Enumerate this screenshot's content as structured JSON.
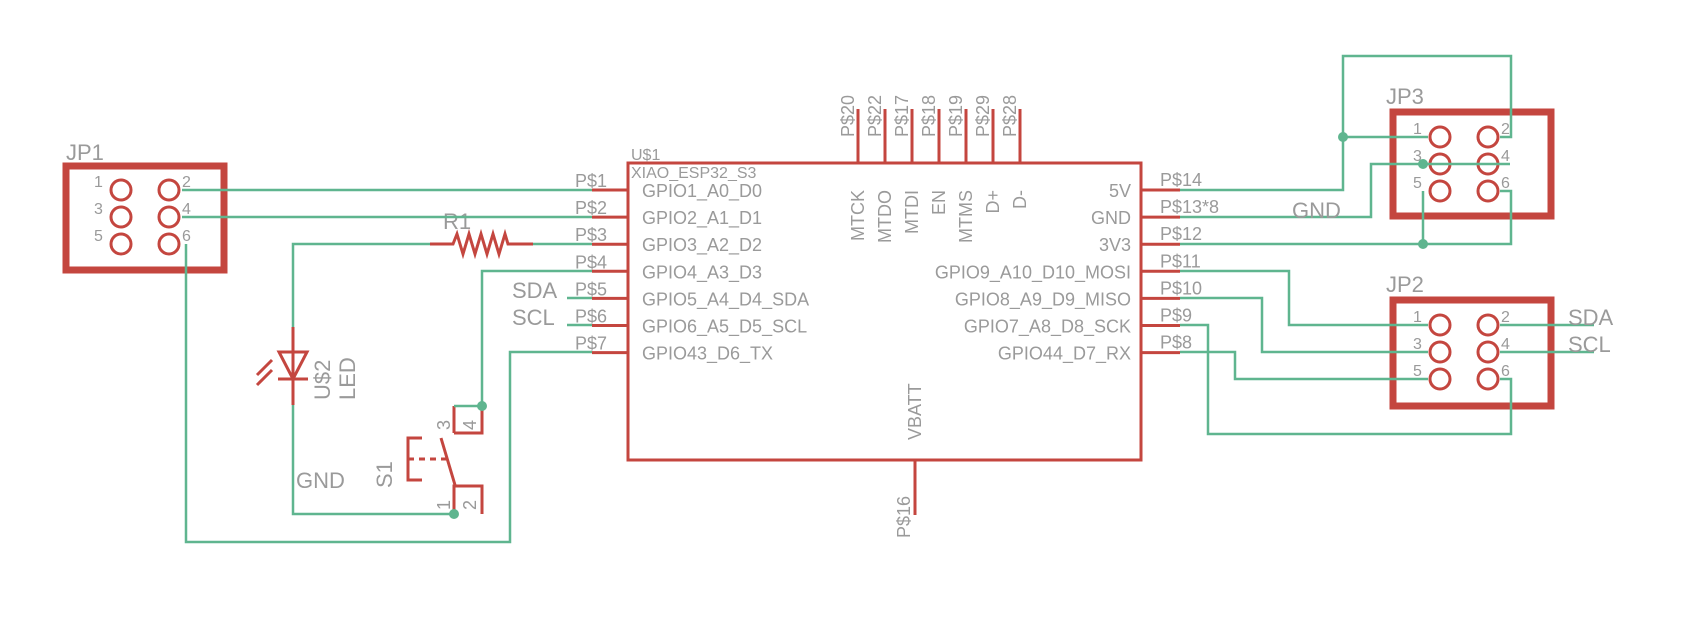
{
  "colors": {
    "part": "#c4463f",
    "wire": "#5fb58f",
    "text": "#9a9a9a"
  },
  "u1": {
    "name": "U$1",
    "value": "XIAO_ESP32_S3",
    "left_pins": [
      {
        "pad": "P$1",
        "name": "GPIO1_A0_D0"
      },
      {
        "pad": "P$2",
        "name": "GPIO2_A1_D1"
      },
      {
        "pad": "P$3",
        "name": "GPIO3_A2_D2"
      },
      {
        "pad": "P$4",
        "name": "GPIO4_A3_D3"
      },
      {
        "pad": "P$5",
        "name": "GPIO5_A4_D4_SDA"
      },
      {
        "pad": "P$6",
        "name": "GPIO6_A5_D5_SCL"
      },
      {
        "pad": "P$7",
        "name": "GPIO43_D6_TX"
      }
    ],
    "right_pins": [
      {
        "pad": "P$14",
        "name": "5V"
      },
      {
        "pad": "P$13*8",
        "name": "GND"
      },
      {
        "pad": "P$12",
        "name": "3V3"
      },
      {
        "pad": "P$11",
        "name": "GPIO9_A10_D10_MOSI"
      },
      {
        "pad": "P$10",
        "name": "GPIO8_A9_D9_MISO"
      },
      {
        "pad": "P$9",
        "name": "GPIO7_A8_D8_SCK"
      },
      {
        "pad": "P$8",
        "name": "GPIO44_D7_RX"
      }
    ],
    "top_pins": [
      {
        "pad": "P$20",
        "name": "MTCK"
      },
      {
        "pad": "P$22",
        "name": "MTDO"
      },
      {
        "pad": "P$17",
        "name": "MTDI"
      },
      {
        "pad": "P$18",
        "name": "EN"
      },
      {
        "pad": "P$19",
        "name": "MTMS"
      },
      {
        "pad": "P$29",
        "name": "D+"
      },
      {
        "pad": "P$28",
        "name": "D-"
      }
    ],
    "bottom_pin": {
      "pad": "P$16",
      "name": "VBATT"
    }
  },
  "jp1": {
    "name": "JP1",
    "pins": [
      "1",
      "2",
      "3",
      "4",
      "5",
      "6"
    ]
  },
  "jp2": {
    "name": "JP2",
    "pins": [
      "1",
      "2",
      "3",
      "4",
      "5",
      "6"
    ]
  },
  "jp3": {
    "name": "JP3",
    "pins": [
      "1",
      "2",
      "3",
      "4",
      "5",
      "6"
    ]
  },
  "r1": {
    "name": "R1"
  },
  "led": {
    "name": "U$2",
    "value": "LED"
  },
  "s1": {
    "name": "S1",
    "pins": [
      "1",
      "2",
      "3",
      "4"
    ]
  },
  "nets": {
    "gnd_left": "GND",
    "gnd_right": "GND",
    "sda_left": "SDA",
    "scl_left": "SCL",
    "sda_right": "SDA",
    "scl_right": "SCL"
  }
}
